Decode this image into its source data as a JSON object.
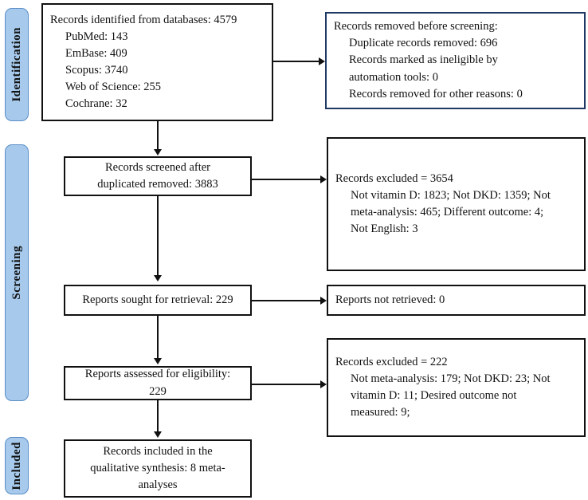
{
  "diagram": {
    "title": "PRISMA flow diagram",
    "colors": {
      "pill_fill": "#a6c9ec",
      "pill_border": "#5b8fc7",
      "box_border": "#111111",
      "navy_box_border": "#1f3864",
      "background": "#ffffff"
    }
  },
  "stages": [
    {
      "id": "identification",
      "label": "Identification"
    },
    {
      "id": "screening",
      "label": "Screening"
    },
    {
      "id": "included",
      "label": "Included"
    }
  ],
  "boxes": {
    "identified": {
      "name": "records-identified-box",
      "lines": [
        "Records identified from databases: 4579",
        "PubMed: 143",
        "EmBase: 409",
        "Scopus: 3740",
        "Web of Science: 255",
        "Cochrane: 32"
      ]
    },
    "removed_before_screening": {
      "name": "records-removed-before-screening-box",
      "lines": [
        "Records removed before screening:",
        "Duplicate records removed: 696",
        "Records marked as ineligible by",
        "automation tools: 0",
        "Records removed for other reasons: 0"
      ]
    },
    "screened": {
      "name": "records-screened-box",
      "lines": [
        "Records screened after",
        "duplicated removed: 3883"
      ]
    },
    "excluded_screening": {
      "name": "records-excluded-screening-box",
      "lines": [
        "Records excluded = 3654",
        "Not vitamin D: 1823; Not DKD: 1359; Not",
        "meta-analysis: 465; Different outcome: 4;",
        "Not English: 3"
      ]
    },
    "sought": {
      "name": "reports-sought-for-retrieval-box",
      "lines": [
        "Reports sought for retrieval: 229"
      ]
    },
    "not_retrieved": {
      "name": "reports-not-retrieved-box",
      "lines": [
        "Reports not retrieved: 0"
      ]
    },
    "assessed": {
      "name": "reports-assessed-for-eligibility-box",
      "lines": [
        "Reports assessed for eligibility:",
        "229"
      ]
    },
    "excluded_eligibility": {
      "name": "records-excluded-eligibility-box",
      "lines": [
        "Records excluded = 222",
        "Not meta-analysis: 179; Not DKD: 23; Not",
        "vitamin D: 11; Desired outcome not",
        "measured: 9;"
      ]
    },
    "included": {
      "name": "records-included-box",
      "lines": [
        "Records included in the",
        "qualitative synthesis: 8 meta-",
        "analyses"
      ]
    }
  }
}
